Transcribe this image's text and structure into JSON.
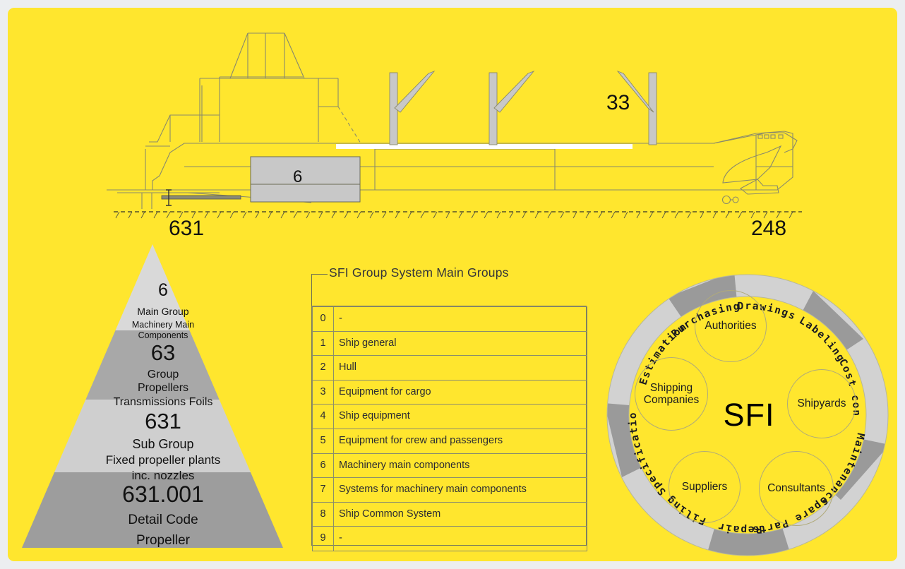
{
  "colors": {
    "background": "#FFE62E",
    "page_frame": "#eceef0",
    "pyramid_light": "#d9d9d9",
    "pyramid_mid": "#a8a8a8",
    "pyramid_light2": "#cfcfcf",
    "pyramid_dark": "#9d9d9d",
    "ring_light": "#cfcfcf",
    "ring_dark": "#9a9a9a",
    "ship_line": "#8a8a6b",
    "table_line": "#8c8c6d",
    "text_dark": "#1a1a20"
  },
  "ship": {
    "label_engine_room": "6",
    "label_cargo_hold": "33",
    "label_propeller": "631",
    "label_stern": "248"
  },
  "pyramid": {
    "levels": [
      {
        "code": "6",
        "title": "Main Group",
        "detail_lines": [
          "Machinery Main",
          "Components"
        ],
        "fill": "#d9d9d9"
      },
      {
        "code": "63",
        "title": "Group",
        "detail_lines": [
          "Propellers",
          "Transmissions Foils"
        ],
        "fill": "#a8a8a8"
      },
      {
        "code": "631",
        "title": "Sub Group",
        "detail_lines": [
          "Fixed propeller plants",
          "inc. nozzles"
        ],
        "fill": "#cfcfcf"
      },
      {
        "code": "631.001",
        "title": "Detail Code",
        "detail_lines": [
          "Propeller"
        ],
        "fill": "#9d9d9d"
      }
    ]
  },
  "table": {
    "title": "SFI Group System Main Groups",
    "rows": [
      {
        "code": "0",
        "name": "-"
      },
      {
        "code": "1",
        "name": "Ship general"
      },
      {
        "code": "2",
        "name": "Hull"
      },
      {
        "code": "3",
        "name": "Equipment for cargo"
      },
      {
        "code": "4",
        "name": "Ship equipment"
      },
      {
        "code": "5",
        "name": "Equipment for crew and passengers"
      },
      {
        "code": "6",
        "name": "Machinery main components"
      },
      {
        "code": "7",
        "name": "Systems for machinery  main components"
      },
      {
        "code": "8",
        "name": "Ship Common System"
      },
      {
        "code": "9",
        "name": "-"
      }
    ]
  },
  "circle": {
    "center_label": "SFI",
    "inner_bubbles": [
      {
        "label": "Authorities"
      },
      {
        "label": "Shipping\nCompanies"
      },
      {
        "label": "Shipyards"
      },
      {
        "label": "Suppliers"
      },
      {
        "label": "Consultants"
      }
    ],
    "bubbles_flat": {
      "authorities": "Authorities",
      "shipping_companies_line1": "Shipping",
      "shipping_companies_line2": "Companies",
      "shipyards": "Shipyards",
      "suppliers": "Suppliers",
      "consultants": "Consultants"
    },
    "ring_segments": [
      {
        "label": "Purchasing",
        "tone": "light"
      },
      {
        "label": "Drawings",
        "tone": "dark"
      },
      {
        "label": "Labeling",
        "tone": "light"
      },
      {
        "label": "Cost control",
        "tone": "dark"
      },
      {
        "label": "Maintenance",
        "tone": "light"
      },
      {
        "label": "Spare Parts",
        "tone": "dark"
      },
      {
        "label": "Repair",
        "tone": "light"
      },
      {
        "label": "Filing",
        "tone": "dark"
      },
      {
        "label": "Specification",
        "tone": "light"
      },
      {
        "label": "Estimation",
        "tone": "dark"
      }
    ]
  }
}
